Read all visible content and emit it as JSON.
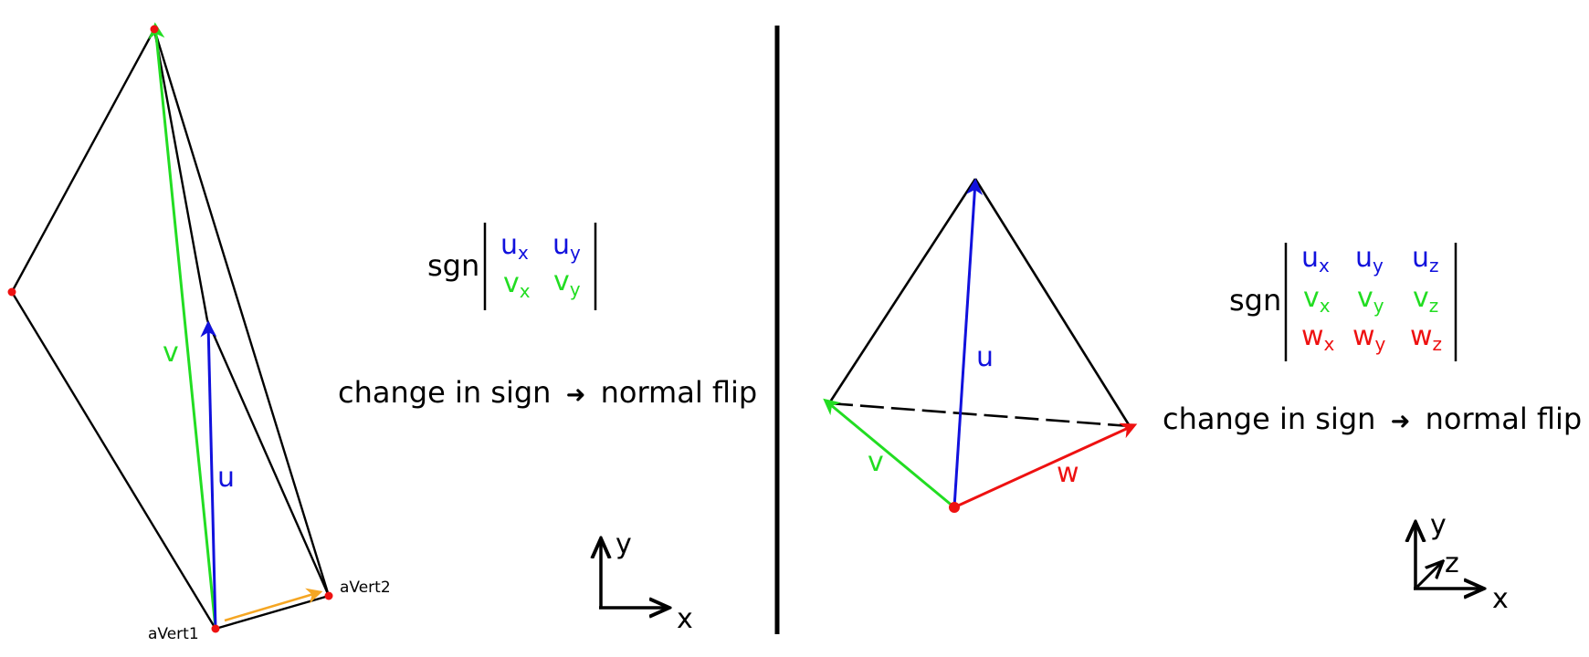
{
  "colors": {
    "u": "#1111dd",
    "v": "#22dd22",
    "w": "#ee1111",
    "edge": "#000000",
    "vertex": "#ee1111",
    "small_arrow": "#f5a623"
  },
  "left": {
    "vertex_labels": {
      "a1": "aVert1",
      "a2": "aVert2"
    },
    "vec_labels": {
      "u": "u",
      "v": "v"
    },
    "matrix": {
      "sgn": "sgn",
      "row1": [
        "u",
        "u"
      ],
      "row1_sub": [
        "x",
        "y"
      ],
      "row2": [
        "v",
        "v"
      ],
      "row2_sub": [
        "x",
        "y"
      ]
    },
    "caption": {
      "pre": "change in sign",
      "arrow": "➜",
      "post": "normal flip"
    },
    "axes": {
      "x": "x",
      "y": "y"
    }
  },
  "right": {
    "vec_labels": {
      "u": "u",
      "v": "v",
      "w": "w"
    },
    "matrix": {
      "sgn": "sgn",
      "row1": [
        "u",
        "u",
        "u"
      ],
      "row1_sub": [
        "x",
        "y",
        "z"
      ],
      "row2": [
        "v",
        "v",
        "v"
      ],
      "row2_sub": [
        "x",
        "y",
        "z"
      ],
      "row3": [
        "w",
        "w",
        "w"
      ],
      "row3_sub": [
        "x",
        "y",
        "z"
      ]
    },
    "caption": {
      "pre": "change in sign",
      "arrow": "➜",
      "post": "normal flip"
    },
    "axes": {
      "x": "x",
      "y": "y",
      "z": "z"
    }
  }
}
